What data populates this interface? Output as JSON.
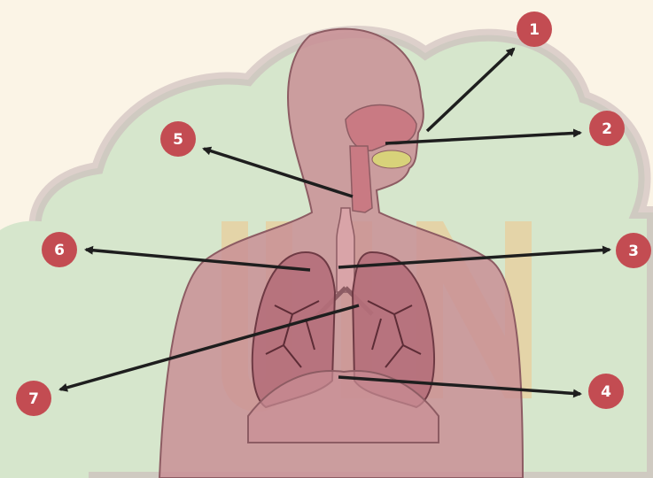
{
  "diagram": {
    "labels": [
      {
        "id": "1",
        "text": "1"
      },
      {
        "id": "2",
        "text": "2"
      },
      {
        "id": "3",
        "text": "3"
      },
      {
        "id": "4",
        "text": "4"
      },
      {
        "id": "5",
        "text": "5"
      },
      {
        "id": "6",
        "text": "6"
      },
      {
        "id": "7",
        "text": "7"
      }
    ],
    "watermark": {
      "text": "UIN"
    },
    "colors": {
      "background": "#fbf4e6",
      "cloud": "#d6e6cc",
      "cloud_outline": "#c9b7b9",
      "body": "#c98f95",
      "body_outline": "#8d5c63",
      "lungs": "#b56f7a",
      "airway": "#c97a83",
      "badge": "#c34c52",
      "arrow": "#1e1e1e",
      "watermark": "#f0c58a"
    }
  }
}
